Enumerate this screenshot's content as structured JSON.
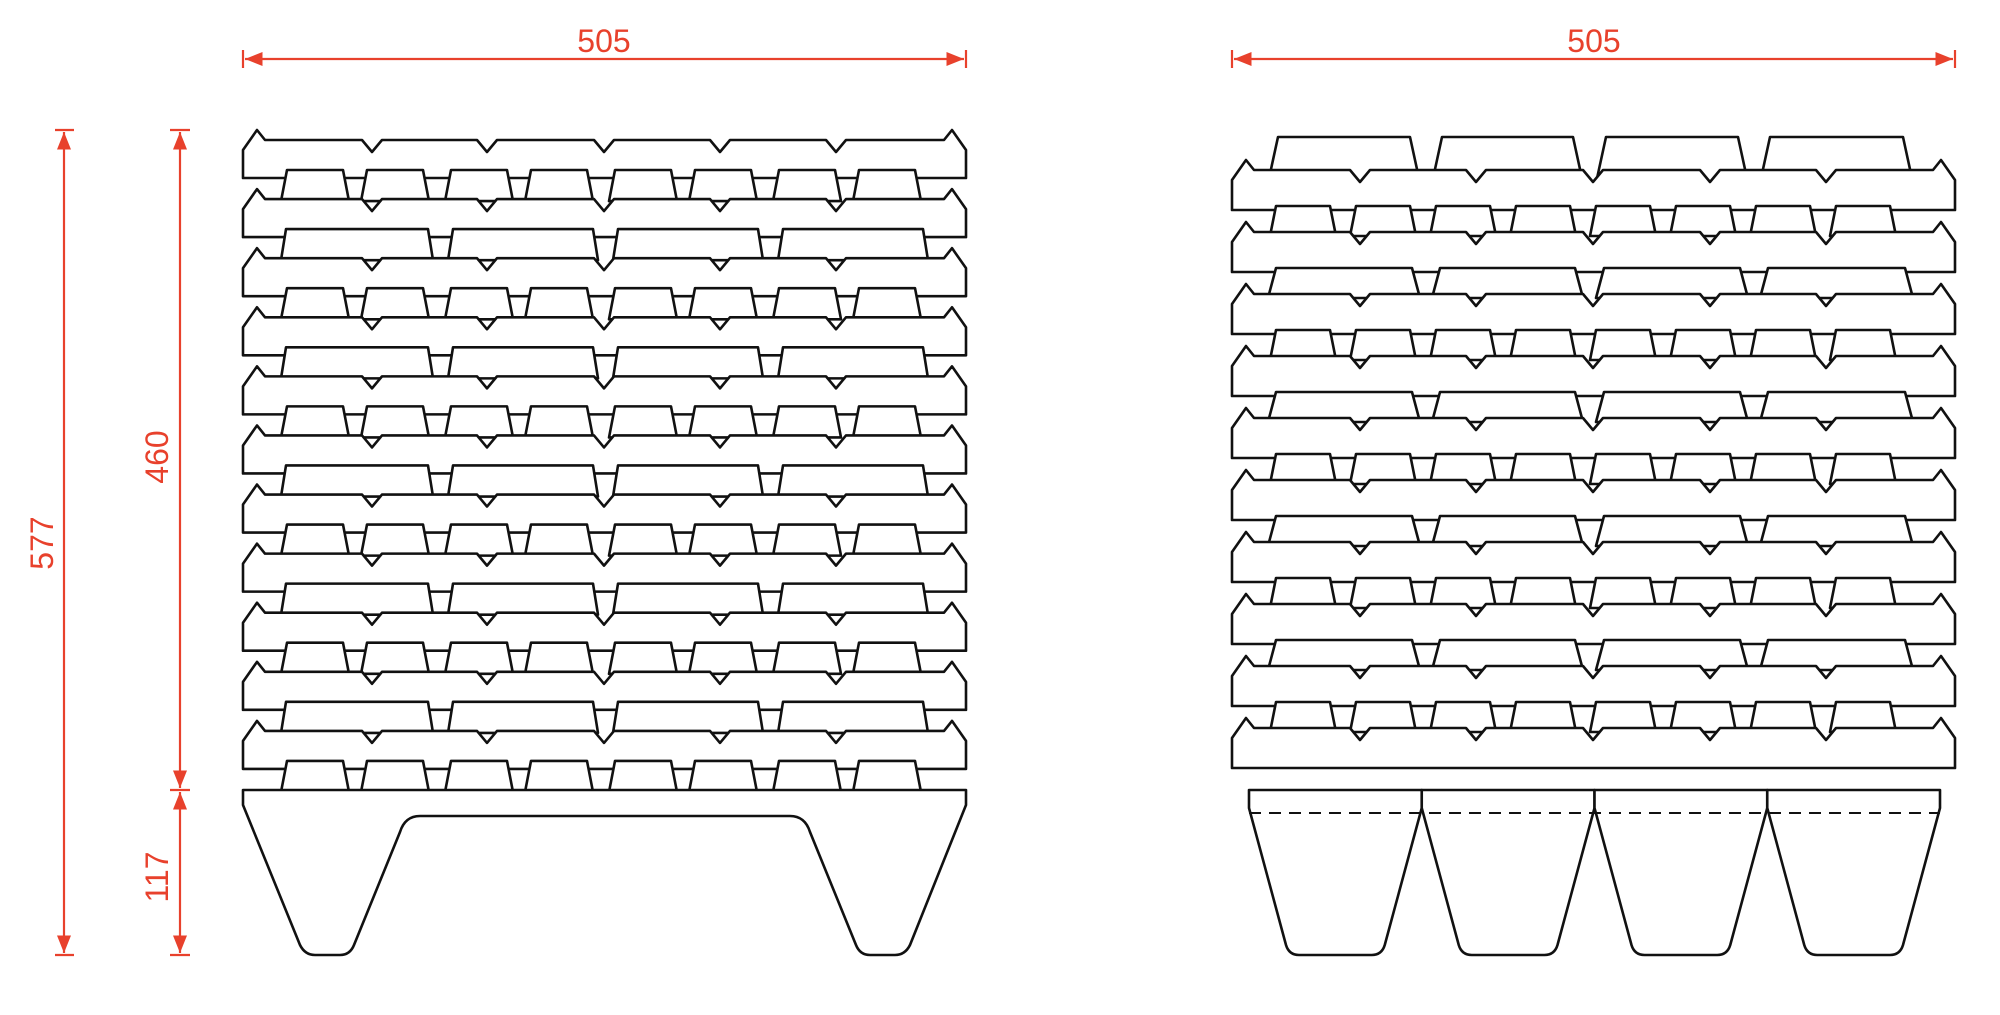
{
  "dimensions": {
    "left_width": "505",
    "right_width": "505",
    "total_height": "577",
    "stack_height": "460",
    "base_height": "117"
  },
  "colors": {
    "dimension": "#e8412c",
    "ink": "#111111",
    "background": "#ffffff"
  },
  "views": {
    "front": {
      "base": "two-leg pallet base"
    },
    "side": {
      "base": "four-leg pallet base",
      "legs": 4
    }
  }
}
